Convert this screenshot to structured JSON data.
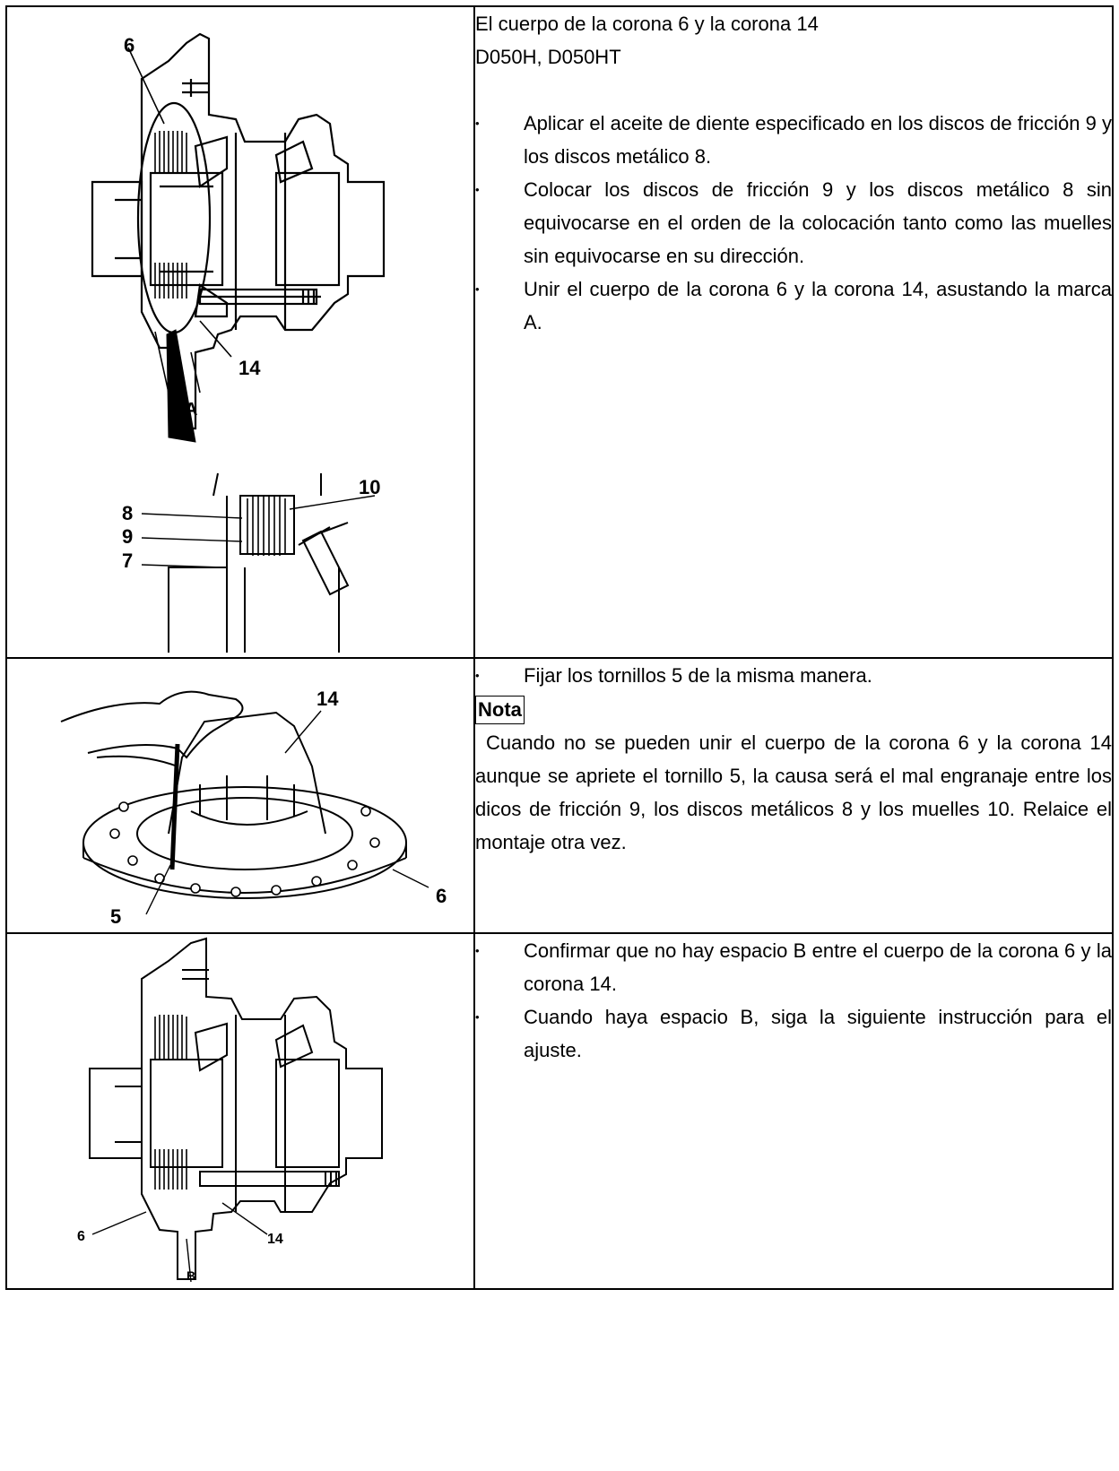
{
  "section1": {
    "title": "El cuerpo de la corona 6 y la corona 14",
    "models": "D050H, D050HT",
    "bullets": [
      "Aplicar el aceite de diente especificado en los discos de fricción 9 y los discos metálico 8.",
      "Colocar los discos de fricción 9 y los discos metálico 8 sin equivocarse en el orden de la colocación tanto como las muelles sin equivocarse en su dirección.",
      "Unir el cuerpo de la corona 6 y la corona 14, asustando la marca A."
    ],
    "figure_labels": {
      "l6": "6",
      "l14": "14",
      "lA": "A",
      "l8": "8",
      "l9": "9",
      "l7": "7",
      "l10": "10"
    }
  },
  "section2": {
    "bullet": "Fijar los tornillos 5 de la misma manera.",
    "note_heading": "Nota",
    "note_text": "Cuando no se pueden unir el cuerpo de la corona 6 y la corona 14 aunque se apriete el tornillo 5, la causa será el mal engranaje entre los dicos de fricción 9, los discos metálicos 8 y los muelles 10. Relaice el montaje otra vez.",
    "figure_labels": {
      "l14": "14",
      "l6": "6",
      "l5": "5"
    }
  },
  "section3": {
    "bullets": [
      "Confirmar que no hay espacio B entre el cuerpo de la corona 6 y la corona 14.",
      "Cuando haya espacio B, siga la siguiente instrucción para el ajuste."
    ],
    "figure_labels": {
      "l6": "6",
      "l14": "14",
      "lB": "B"
    }
  },
  "bullet_glyph": "•"
}
